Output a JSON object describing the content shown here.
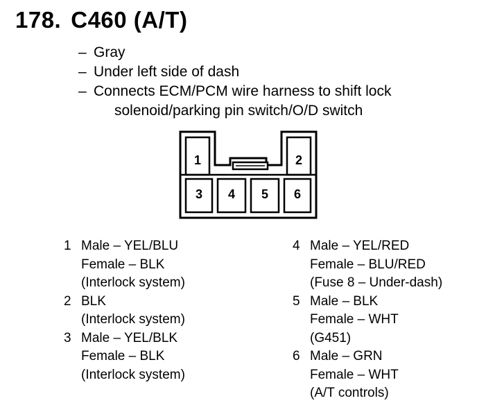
{
  "heading": {
    "number": "178.",
    "connector_id": "C460 (A/T)"
  },
  "description": {
    "items": [
      "Gray",
      "Under left side of dash",
      "Connects ECM/PCM wire harness to shift lock"
    ],
    "continuation": "solenoid/parking pin switch/O/D switch",
    "dash": "–"
  },
  "diagram": {
    "cavities": [
      "1",
      "2",
      "3",
      "4",
      "5",
      "6"
    ]
  },
  "pins_left": [
    {
      "num": "1",
      "lines": [
        "Male – YEL/BLU",
        "Female – BLK",
        "(Interlock system)"
      ]
    },
    {
      "num": "2",
      "lines": [
        "BLK",
        "(Interlock system)"
      ]
    },
    {
      "num": "3",
      "lines": [
        "Male – YEL/BLK",
        "Female – BLK",
        "(Interlock system)"
      ]
    }
  ],
  "pins_right": [
    {
      "num": "4",
      "lines": [
        "Male – YEL/RED",
        "Female – BLU/RED",
        "(Fuse 8 – Under-dash)"
      ]
    },
    {
      "num": "5",
      "lines": [
        "Male – BLK",
        "Female – WHT",
        "(G451)"
      ]
    },
    {
      "num": "6",
      "lines": [
        "Male – GRN",
        "Female – WHT",
        "(A/T controls)"
      ]
    }
  ]
}
